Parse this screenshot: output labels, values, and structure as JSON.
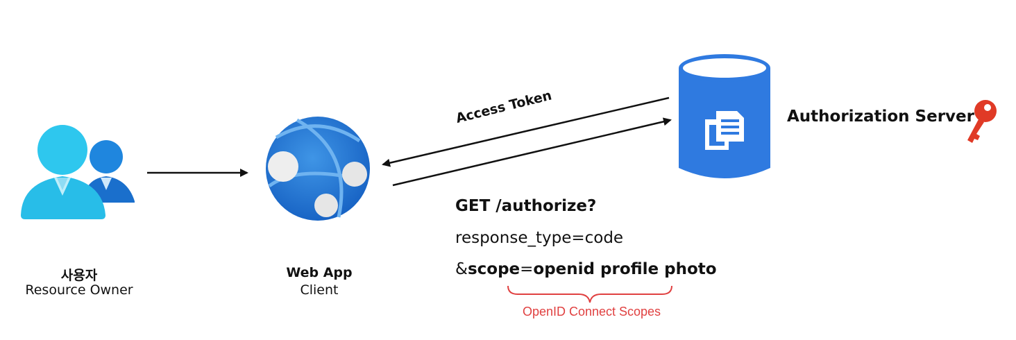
{
  "user": {
    "title": "사용자",
    "subtitle": "Resource Owner",
    "icon": "users-icon"
  },
  "client": {
    "title": "Web App",
    "subtitle": "Client",
    "icon": "web-app-globe-icon"
  },
  "server": {
    "title": "Authorization Server",
    "icon": "database-icon",
    "key_icon": "key-icon"
  },
  "arrows": {
    "token_label": "Access Token"
  },
  "request": {
    "line1": "GET /authorize?",
    "line2": "response_type=code",
    "line3_amp": "&",
    "line3_key": "scope",
    "line3_eq": "=",
    "line3_value": "openid profile photo"
  },
  "annotation": {
    "label": "OpenID Connect Scopes"
  },
  "colors": {
    "user_primary": "#2ec7ee",
    "user_secondary": "#1a77d6",
    "globe": "#1a73d1",
    "database": "#2f7ae0",
    "key": "#e03a26",
    "annotation": "#e04040",
    "text": "#111111"
  }
}
